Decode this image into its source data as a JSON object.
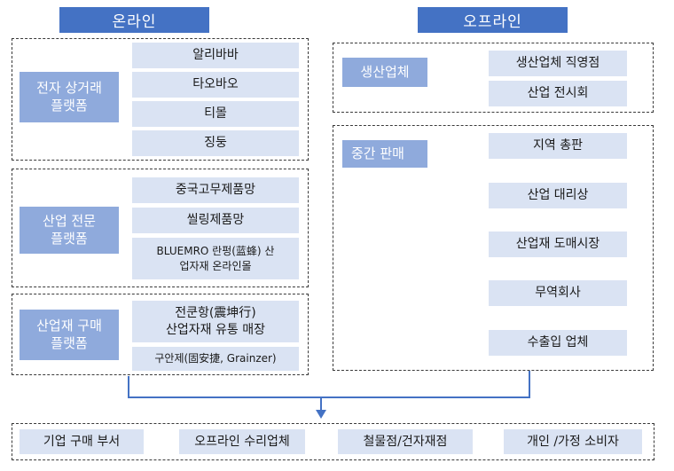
{
  "headers": {
    "online": "온라인",
    "offline": "오프라인"
  },
  "online": {
    "ecommerce": {
      "label": "전자 상거래\n플랫폼",
      "items": [
        "알리바바",
        "타오바오",
        "티몰",
        "징둥"
      ]
    },
    "industry": {
      "label": "산업 전문\n플랫폼",
      "items": [
        "중국고무제품망",
        "씰링제품망",
        "BLUEMRO 란펑(蓝蜂) 산\n업자재 온라인몰"
      ]
    },
    "procurement": {
      "label": "산업재 구매\n플랫폼",
      "items": [
        "전쿤항(震坤行)\n산업자재 유통 매장",
        "구안제(固安捷, Grainzer)"
      ]
    }
  },
  "offline": {
    "producer": {
      "label": "생산업체",
      "items": [
        "생산업체 직영점",
        "산업 전시회"
      ]
    },
    "intermediate": {
      "label": "중간 판매",
      "items": [
        "지역 총판",
        "산업 대리상",
        "산업재 도매시장",
        "무역회사",
        "수출입 업체"
      ]
    }
  },
  "customers": [
    "기업 구매 부서",
    "오프라인 수리업체",
    "철물점/건자재점",
    "개인 /가정 소비자"
  ],
  "colors": {
    "header": "#4472c4",
    "label": "#8faadc",
    "item": "#dae3f3",
    "connector": "#4472c4"
  }
}
